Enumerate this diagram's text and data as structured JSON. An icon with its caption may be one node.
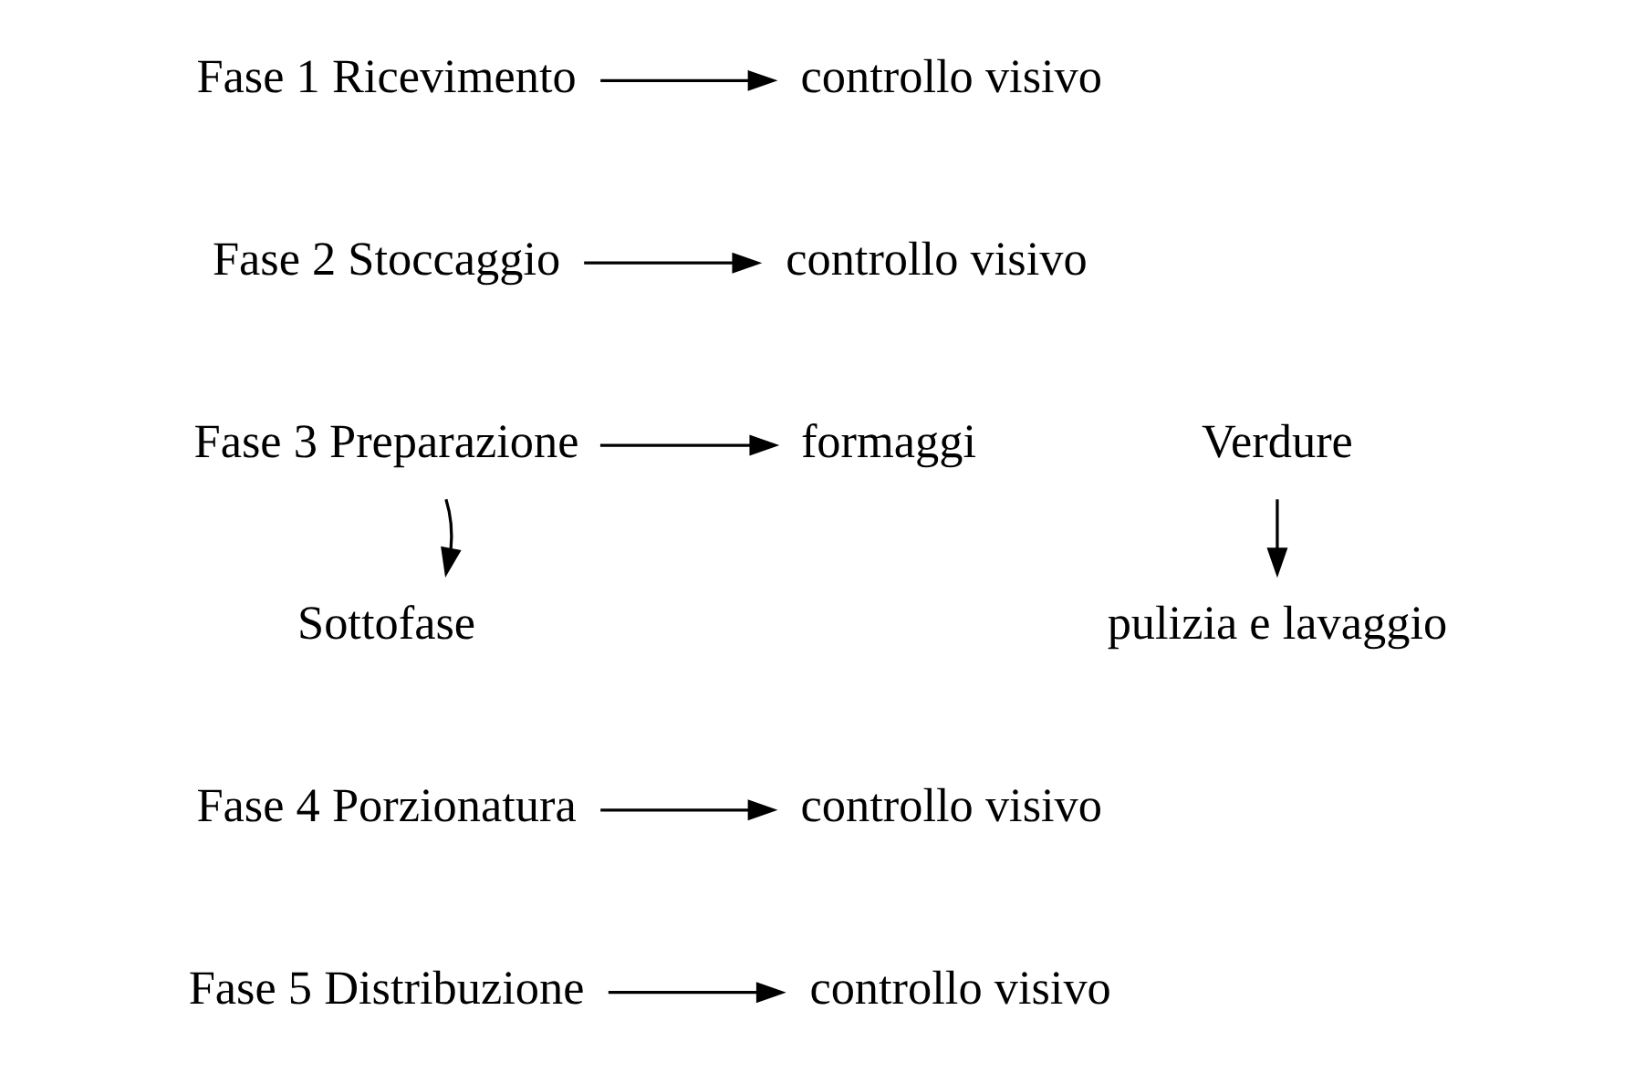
{
  "diagram": {
    "nodes": [
      {
        "text": [
          "Fase 1 Ricevimento"
        ]
      },
      {
        "text": [
          "controllo visivo"
        ]
      },
      {
        "text": [
          "Fase 2 Stoccaggio"
        ]
      },
      {
        "text": [
          "controllo visivo"
        ]
      },
      {
        "text": [
          "Fase 3 Preparazione"
        ]
      },
      {
        "text": [
          "formaggi"
        ]
      },
      {
        "text": [
          "Verdure"
        ]
      },
      {
        "text": [
          "Sottofase"
        ]
      },
      {
        "text": [
          "pulizia e lavaggio"
        ]
      },
      {
        "text": [
          "Fase 4 Porzionatura"
        ]
      },
      {
        "text": [
          "controllo visivo"
        ]
      },
      {
        "text": [
          "Fase 5 Distribuzione"
        ]
      },
      {
        "text": [
          "controllo visivo"
        ]
      }
    ],
    "edges": [
      {
        "from": 0,
        "to": 1,
        "arrow": "to"
      },
      {
        "from": 2,
        "to": 3,
        "arrow": "to"
      },
      {
        "from": 4,
        "to": 5,
        "arrow": "to"
      },
      {
        "from": 4,
        "to": 7,
        "arrow": "to"
      },
      {
        "from": 6,
        "to": 8,
        "arrow": "to"
      },
      {
        "from": 9,
        "to": 10,
        "arrow": "to"
      },
      {
        "from": 11,
        "to": 12,
        "arrow": "to"
      }
    ]
  }
}
